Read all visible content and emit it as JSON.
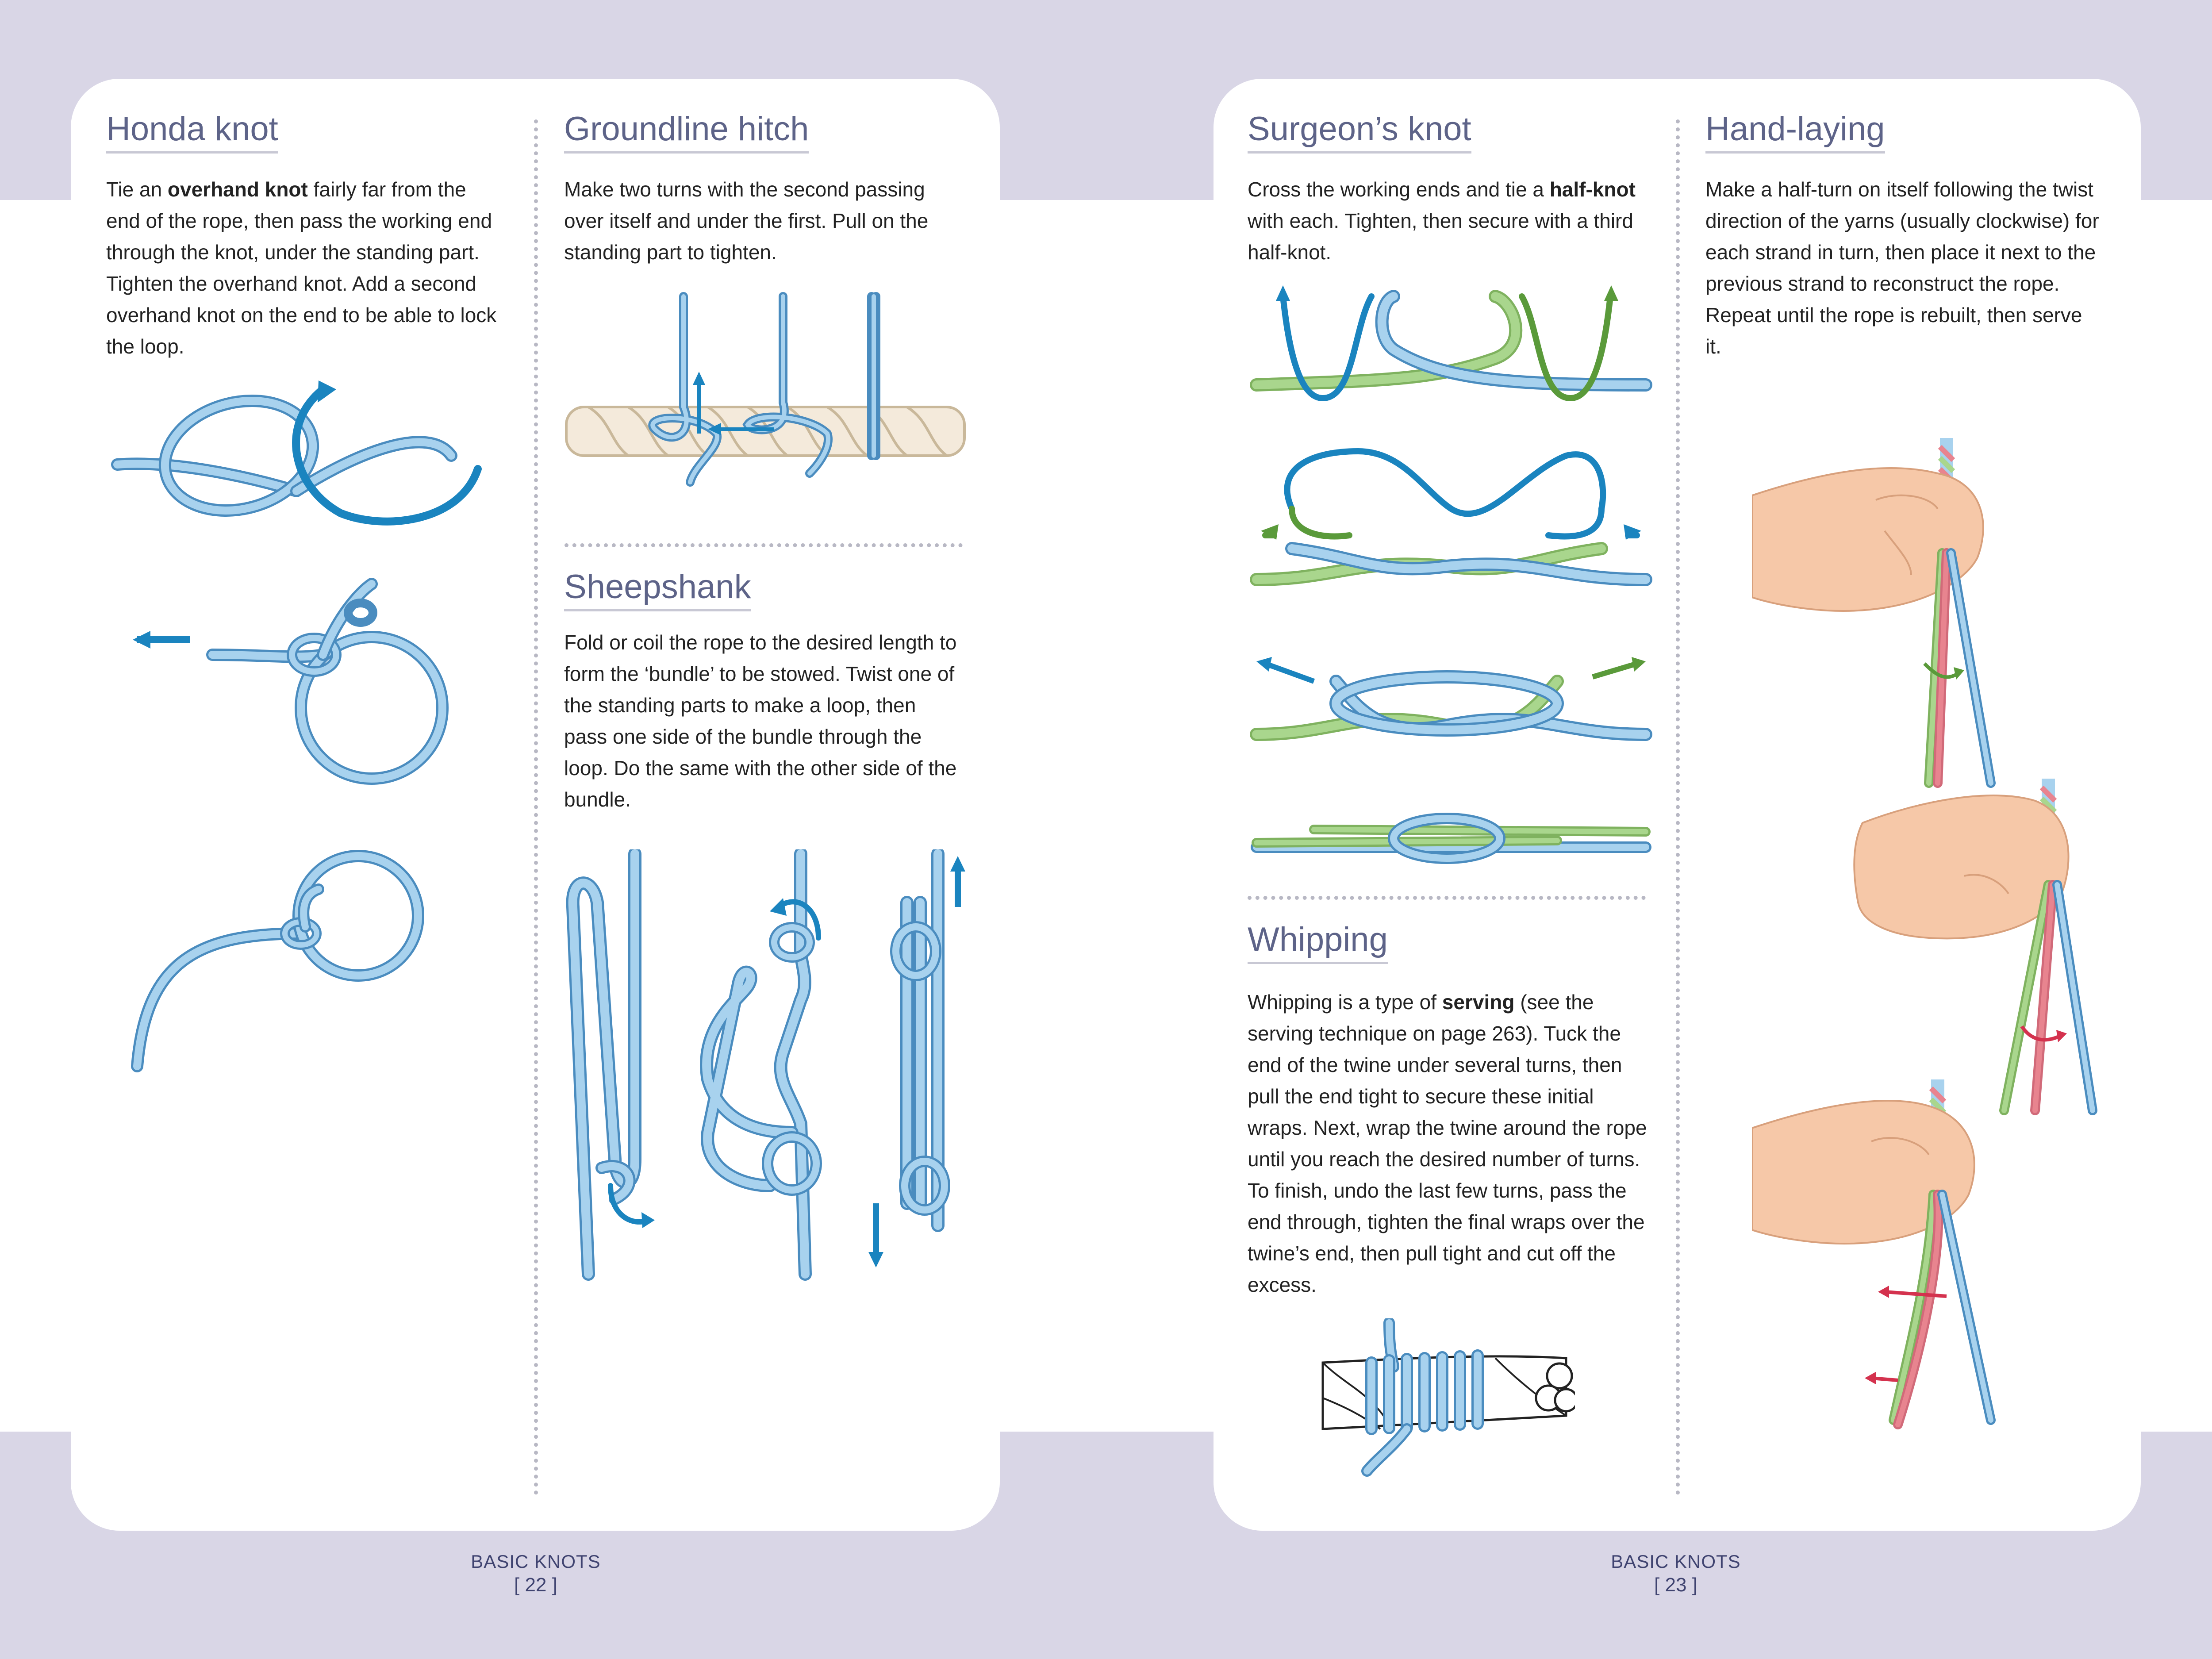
{
  "left_page": {
    "honda": {
      "title": "Honda knot",
      "text_a": "Tie an ",
      "text_bold": "overhand knot",
      "text_b": " fairly far from the end of the rope, then pass the working end through the knot, under the standing part. Tighten the overhand knot. Add a second overhand knot on the end to be able to lock the loop."
    },
    "groundline": {
      "title": "Groundline hitch",
      "text": "Make two turns with the second passing over itself and under the first. Pull on the standing part to tighten."
    },
    "sheepshank": {
      "title": "Sheepshank",
      "text": "Fold or coil the rope to the desired length to form the ‘bundle’ to be stowed. Twist one of the standing parts to make a loop, then pass one side of the bundle through the loop. Do the same with the other side of the bundle."
    },
    "footer": {
      "section": "BASIC KNOTS",
      "page": "22"
    }
  },
  "right_page": {
    "surgeons": {
      "title": "Surgeon’s knot",
      "text_a": "Cross the working ends and tie a ",
      "text_bold": "half-knot",
      "text_b": " with each. Tighten, then secure with a third half-knot."
    },
    "handlaying": {
      "title": "Hand-laying",
      "text": "Make a half-turn on itself following the twist direction of the yarns (usually clockwise) for each strand in turn, then place it next to the previous strand to reconstruct the rope. Repeat until the rope is rebuilt, then serve it."
    },
    "whipping": {
      "title": "Whipping",
      "text_a": "Whipping is a type of ",
      "text_bold": "serving",
      "text_b": " (see the serving technique on page 263). Tuck the end of the twine under several turns, then pull the end tight to secure these initial wraps. Next, wrap the twine around the rope until you reach the desired number of turns. To finish, undo the last few turns, pass the end through, tighten the final wraps over the twine’s end, then pull tight and cut off the excess."
    },
    "footer": {
      "section": "BASIC KNOTS",
      "page": "23"
    }
  },
  "colors": {
    "rope_light_blue": "#8fc3e6",
    "rope_dark_blue": "#1a84bf",
    "rope_light_green": "#a9d68d",
    "rope_dark_green": "#5a9a3a",
    "rope_pink": "#e8848f",
    "arrow_red": "#d4324e",
    "skin": "#f6c8a8",
    "heading": "#5d6388",
    "background_band": "#d9d6e6"
  }
}
